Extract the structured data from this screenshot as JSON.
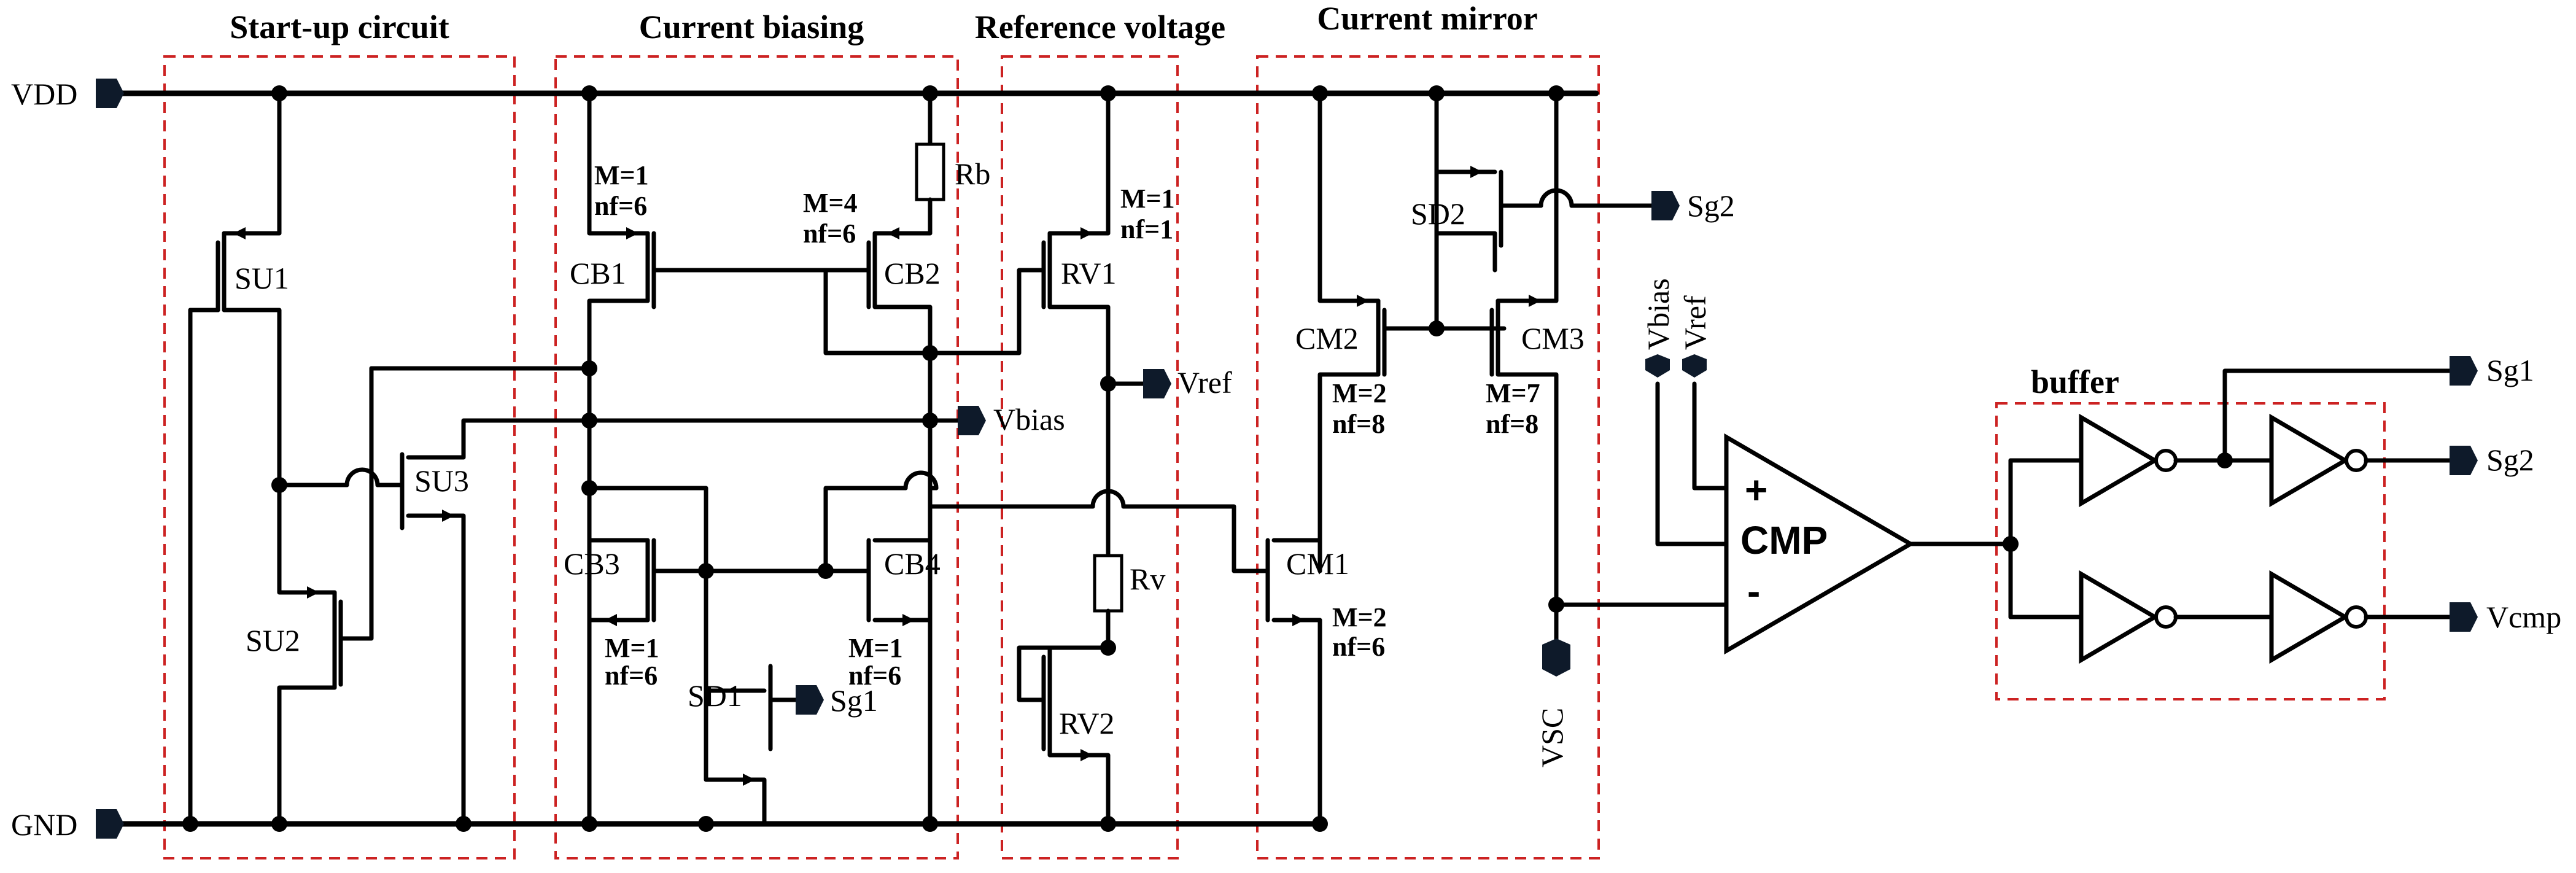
{
  "blocks": {
    "startup": "Start-up circuit",
    "biasing": "Current biasing",
    "reference": "Reference voltage",
    "mirror": "Current mirror",
    "buffer": "buffer"
  },
  "pins": {
    "vdd": "VDD",
    "gnd": "GND",
    "vref_out": "Vref",
    "vbias_out": "Vbias",
    "sg2_top": "Sg2",
    "sg1_sd1": "Sg1",
    "vsc": "VSC",
    "cmp_vbias": "Vbias",
    "cmp_vref": "Vref",
    "sg1_out": "Sg1",
    "sg2_out": "Sg2",
    "vcmp_out": "Vcmp"
  },
  "devices": {
    "su1": "SU1",
    "su2": "SU2",
    "su3": "SU3",
    "cb1": "CB1",
    "cb2": "CB2",
    "cb3": "CB3",
    "cb4": "CB4",
    "sd1": "SD1",
    "rb": "Rb",
    "rv1": "RV1",
    "rv2": "RV2",
    "rv": "Rv",
    "cm1": "CM1",
    "cm2": "CM2",
    "cm3": "CM3",
    "sd2": "SD2"
  },
  "params": {
    "cb1_m": "M=1",
    "cb1_nf": "nf=6",
    "cb2_m": "M=4",
    "cb2_nf": "nf=6",
    "cb3_m": "M=1",
    "cb3_nf": "nf=6",
    "cb4_m": "M=1",
    "cb4_nf": "nf=6",
    "rv1_m": "M=1",
    "rv1_nf": "nf=1",
    "cm2_m": "M=2",
    "cm2_nf": "nf=8",
    "cm3_m": "M=7",
    "cm3_nf": "nf=8",
    "cm1_m": "M=2",
    "cm1_nf": "nf=6"
  },
  "comparator": {
    "label": "CMP",
    "plus": "+",
    "minus": "-"
  }
}
